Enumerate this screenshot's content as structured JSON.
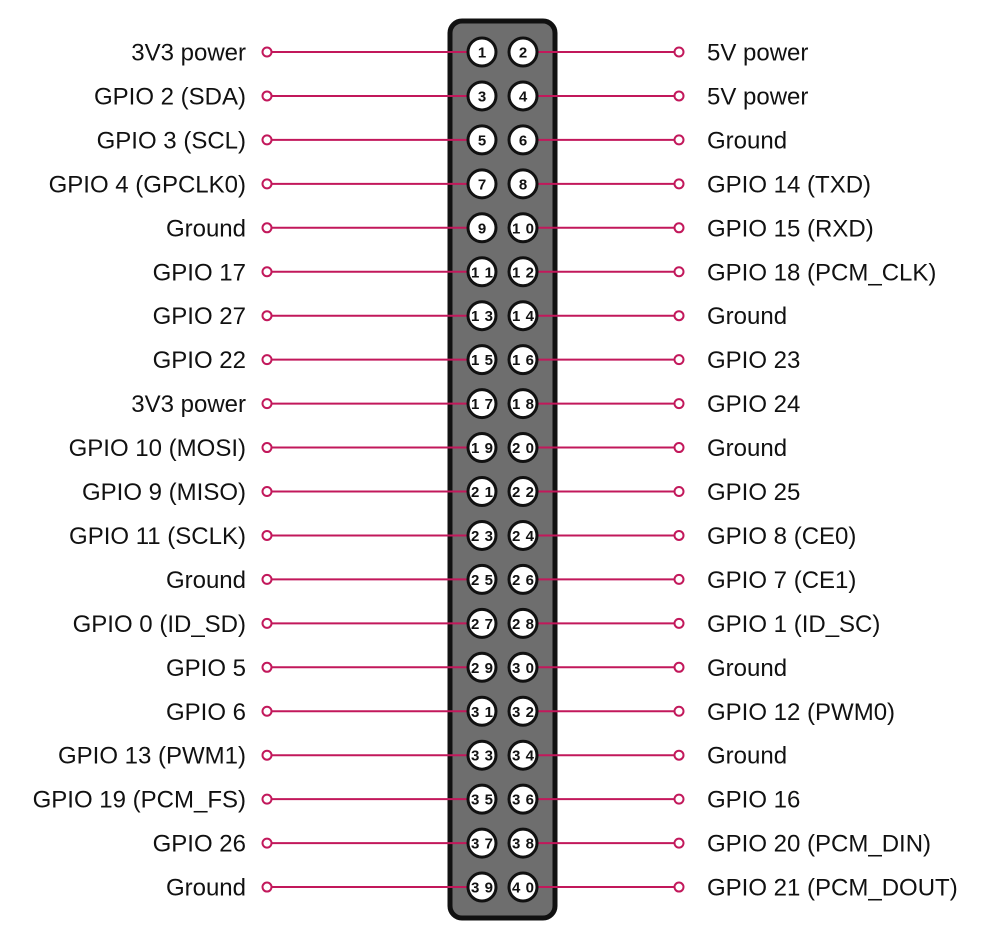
{
  "title": "GPIO header pinout",
  "colors": {
    "connector": "#c2185b",
    "header_fill": "#6e6e6e",
    "header_border": "#111111",
    "pin_fill": "#ffffff",
    "text": "#111111"
  },
  "pins": [
    {
      "left": {
        "number": "1",
        "label": "3V3 power"
      },
      "right": {
        "number": "2",
        "label": "5V power"
      }
    },
    {
      "left": {
        "number": "3",
        "label": "GPIO 2 (SDA)"
      },
      "right": {
        "number": "4",
        "label": "5V power"
      }
    },
    {
      "left": {
        "number": "5",
        "label": "GPIO 3 (SCL)"
      },
      "right": {
        "number": "6",
        "label": "Ground"
      }
    },
    {
      "left": {
        "number": "7",
        "label": "GPIO 4 (GPCLK0)"
      },
      "right": {
        "number": "8",
        "label": "GPIO 14 (TXD)"
      }
    },
    {
      "left": {
        "number": "9",
        "label": "Ground"
      },
      "right": {
        "number": "10",
        "label": "GPIO 15 (RXD)"
      }
    },
    {
      "left": {
        "number": "11",
        "label": "GPIO 17"
      },
      "right": {
        "number": "12",
        "label": "GPIO 18 (PCM_CLK)"
      }
    },
    {
      "left": {
        "number": "13",
        "label": "GPIO 27"
      },
      "right": {
        "number": "14",
        "label": "Ground"
      }
    },
    {
      "left": {
        "number": "15",
        "label": "GPIO 22"
      },
      "right": {
        "number": "16",
        "label": "GPIO 23"
      }
    },
    {
      "left": {
        "number": "17",
        "label": "3V3 power"
      },
      "right": {
        "number": "18",
        "label": "GPIO 24"
      }
    },
    {
      "left": {
        "number": "19",
        "label": "GPIO 10 (MOSI)"
      },
      "right": {
        "number": "20",
        "label": "Ground"
      }
    },
    {
      "left": {
        "number": "21",
        "label": "GPIO 9 (MISO)"
      },
      "right": {
        "number": "22",
        "label": "GPIO 25"
      }
    },
    {
      "left": {
        "number": "23",
        "label": "GPIO 11 (SCLK)"
      },
      "right": {
        "number": "24",
        "label": "GPIO 8 (CE0)"
      }
    },
    {
      "left": {
        "number": "25",
        "label": "Ground"
      },
      "right": {
        "number": "26",
        "label": "GPIO 7 (CE1)"
      }
    },
    {
      "left": {
        "number": "27",
        "label": "GPIO 0 (ID_SD)"
      },
      "right": {
        "number": "28",
        "label": "GPIO 1 (ID_SC)"
      }
    },
    {
      "left": {
        "number": "29",
        "label": "GPIO 5"
      },
      "right": {
        "number": "30",
        "label": "Ground"
      }
    },
    {
      "left": {
        "number": "31",
        "label": "GPIO 6"
      },
      "right": {
        "number": "32",
        "label": "GPIO 12 (PWM0)"
      }
    },
    {
      "left": {
        "number": "33",
        "label": "GPIO 13 (PWM1)"
      },
      "right": {
        "number": "34",
        "label": "Ground"
      }
    },
    {
      "left": {
        "number": "35",
        "label": "GPIO 19 (PCM_FS)"
      },
      "right": {
        "number": "36",
        "label": "GPIO 16"
      }
    },
    {
      "left": {
        "number": "37",
        "label": "GPIO 26"
      },
      "right": {
        "number": "38",
        "label": "GPIO 20 (PCM_DIN)"
      }
    },
    {
      "left": {
        "number": "39",
        "label": "Ground"
      },
      "right": {
        "number": "40",
        "label": "GPIO 21 (PCM_DOUT)"
      }
    }
  ]
}
